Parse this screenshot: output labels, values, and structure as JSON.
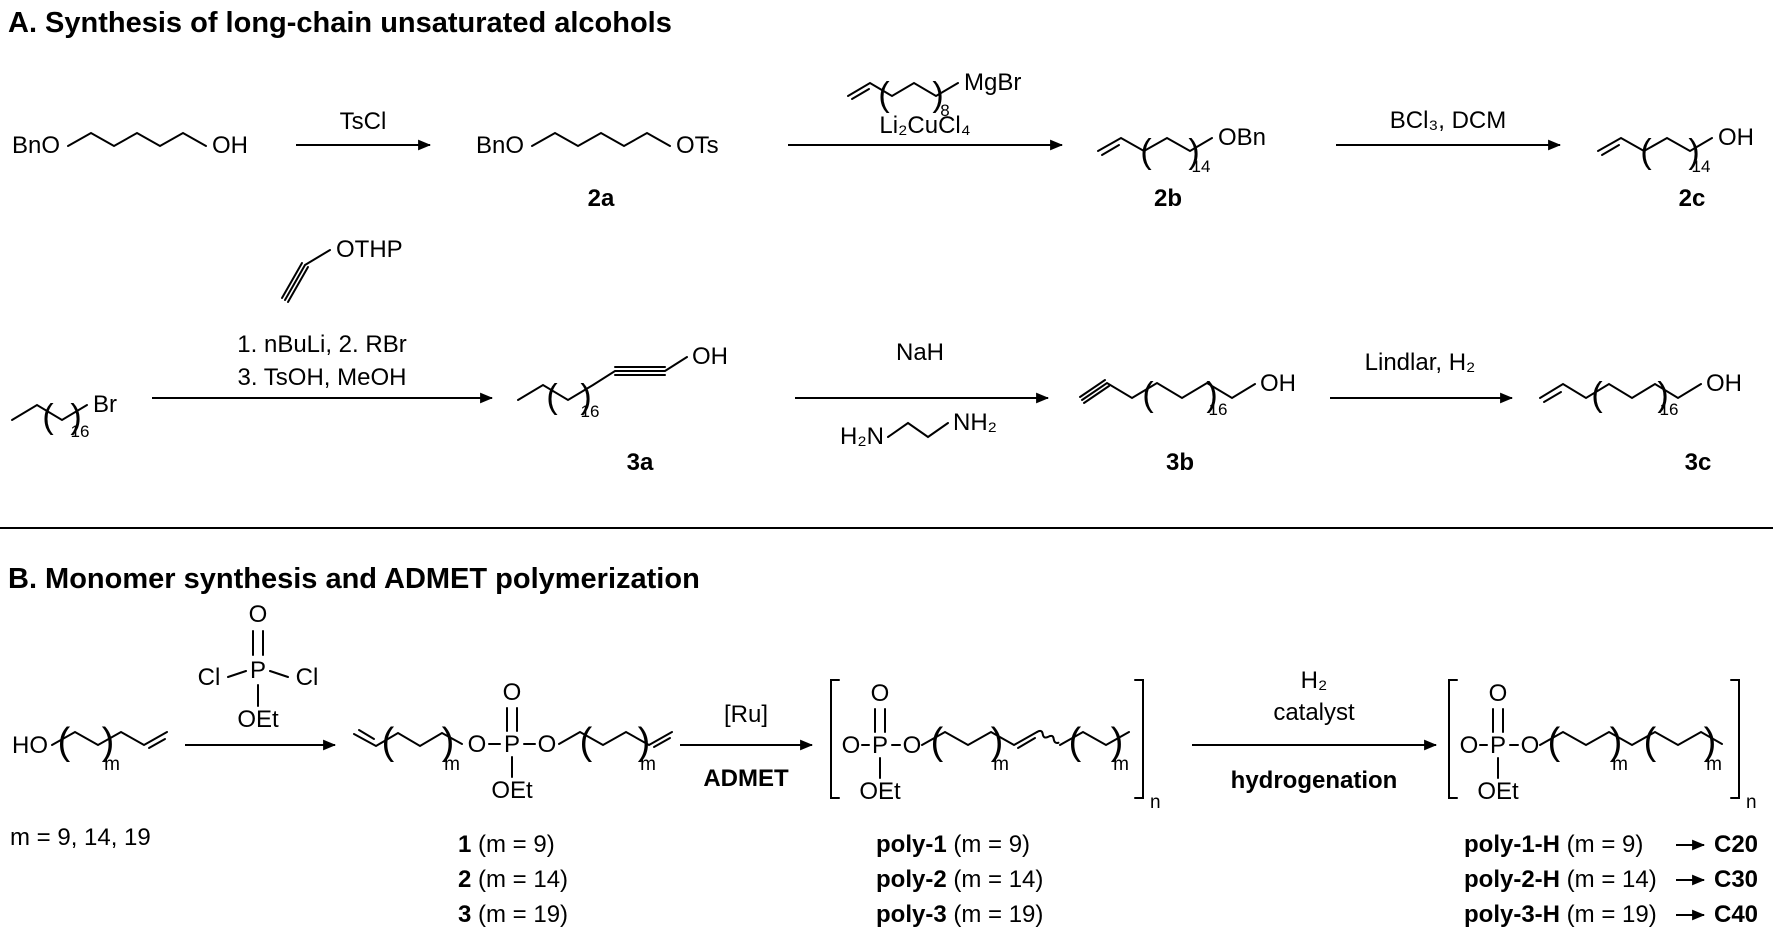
{
  "titles": {
    "section_a": "A. Synthesis of long-chain unsaturated alcohols",
    "section_b": "B. Monomer synthesis and ADMET polymerization"
  },
  "atoms": {
    "BnO": "BnO",
    "OH": "OH",
    "OTs": "OTs",
    "OBn": "OBn",
    "MgBr": "MgBr",
    "Br": "Br",
    "OTHP": "OTHP",
    "H2N": "H₂N",
    "NH2": "NH₂",
    "HO": "HO",
    "Cl": "Cl",
    "O": "O",
    "P": "P",
    "OEt": "OEt",
    "m": "m",
    "n": "n",
    "paren_open": "(",
    "paren_close": ")"
  },
  "repeats": {
    "grignard": "8",
    "c2b": "14",
    "c2c": "14",
    "start3": "16",
    "c3a": "16",
    "c3b": "16",
    "c3c": "16"
  },
  "compound_labels": {
    "c2a": "2a",
    "c2b": "2b",
    "c2c": "2c",
    "c3a": "3a",
    "c3b": "3b",
    "c3c": "3c"
  },
  "reagents": {
    "step_a1": "TsCl",
    "step_a2_below": "Li₂CuCl₄",
    "step_a3": "BCl₃, DCM",
    "step_b1_line1": "1. nBuLi, 2. RBr",
    "step_b1_line2": "3. TsOH, MeOH",
    "step_b2_above": "NaH",
    "step_b3": "Lindlar, H₂",
    "step_c2_above": "[Ru]",
    "step_c2_below": "ADMET",
    "step_c3_above1": "H₂",
    "step_c3_above2": "catalyst",
    "step_c3_below": "hydrogenation"
  },
  "notes": {
    "m_values": "m = 9, 14, 19"
  },
  "monomer_labels": [
    {
      "id": "1",
      "cond": " (m = 9)"
    },
    {
      "id": "2",
      "cond": " (m = 14)"
    },
    {
      "id": "3",
      "cond": " (m = 19)"
    }
  ],
  "polymer_labels": [
    {
      "id": "poly-1",
      "cond": " (m = 9)"
    },
    {
      "id": "poly-2",
      "cond": " (m = 14)"
    },
    {
      "id": "poly-3",
      "cond": " (m = 19)"
    }
  ],
  "polymer_h_labels": [
    {
      "id": "poly-1-H",
      "cond": " (m = 9)",
      "product": "C20"
    },
    {
      "id": "poly-2-H",
      "cond": " (m = 14)",
      "product": "C30"
    },
    {
      "id": "poly-3-H",
      "cond": " (m = 19)",
      "product": "C40"
    }
  ]
}
